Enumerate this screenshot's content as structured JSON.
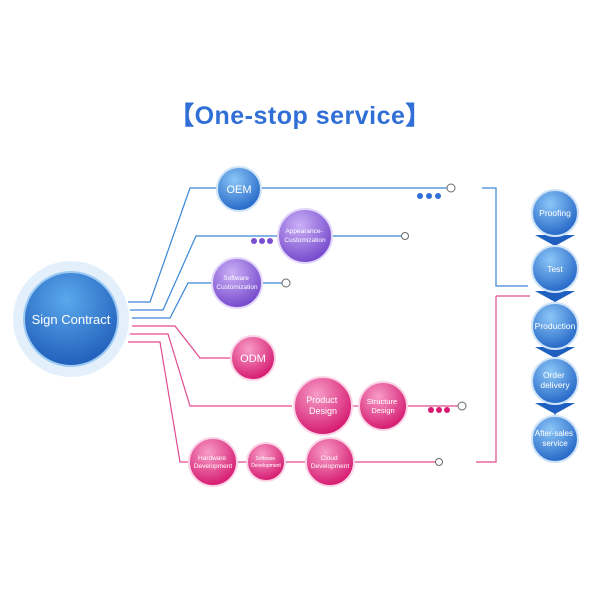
{
  "title": "【One-stop service】",
  "center": {
    "label": "Sign Contract"
  },
  "blue_branch": {
    "oem": "OEM",
    "appearance": [
      "Appearance-",
      "Customization"
    ],
    "software": [
      "Software",
      "Customization"
    ]
  },
  "pink_branch": {
    "odm": "ODM",
    "product_design": [
      "Product",
      "Design"
    ],
    "structure_design": [
      "Structure",
      "Design"
    ],
    "hardware_dev": [
      "Hardware",
      "Development"
    ],
    "software_dev": [
      "Software",
      "Development"
    ],
    "cloud_dev": [
      "Cloud",
      "Development"
    ]
  },
  "process_steps": [
    {
      "label": [
        "Proofing"
      ]
    },
    {
      "label": [
        "Test"
      ]
    },
    {
      "label": [
        "Production"
      ]
    },
    {
      "label": [
        "Order",
        "delivery"
      ]
    },
    {
      "label": [
        "After-sales",
        "service"
      ]
    }
  ],
  "colors": {
    "title": "#2f6fd6",
    "blue_dark": "#1f5fbf",
    "blue_light": "#6fb0f0",
    "purple_dark": "#7a4fd0",
    "purple_light": "#c2a6f4",
    "pink_dark": "#d81873",
    "pink_light": "#f47bb7",
    "line_blue": "#3a86d8",
    "line_pink": "#e04a8e"
  }
}
